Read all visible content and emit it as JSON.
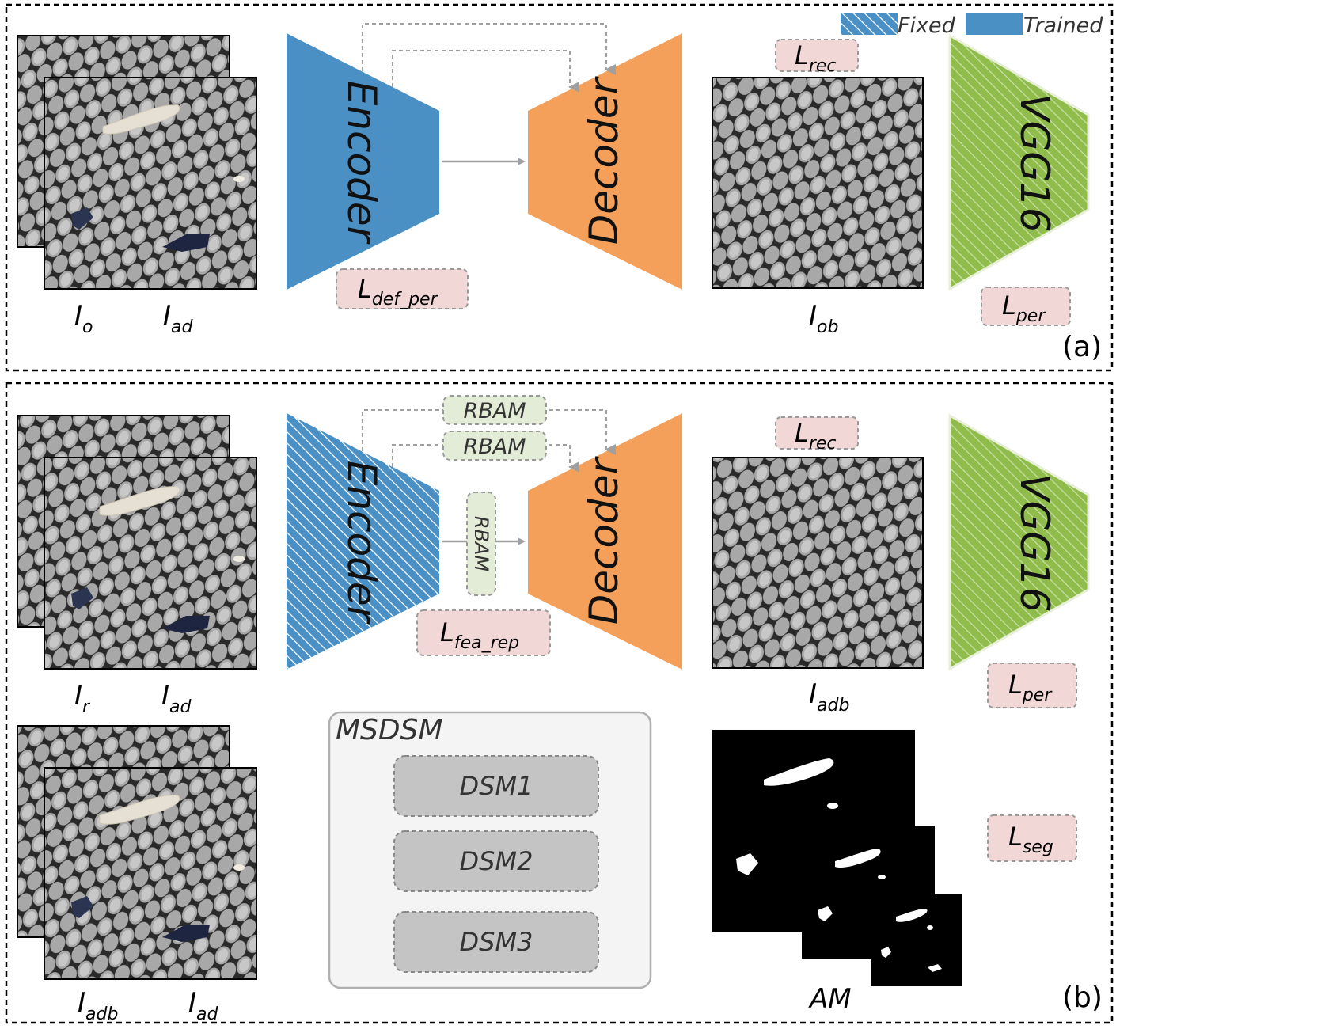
{
  "legend": {
    "fixed": "Fixed",
    "trained": "Trained",
    "colors": {
      "trained": "#4a90c4",
      "decoder": "#f4a05a",
      "vgg": "#8fbc4a",
      "loss_box": "#f2d7d7",
      "rbam_box": "#e3ecd6",
      "dsm_box": "#c4c4c4"
    }
  },
  "panel_a": {
    "tag": "(a)",
    "encoder": "Encoder",
    "decoder": "Decoder",
    "vgg": "VGG16",
    "loss_def_per": {
      "main": "L",
      "sub": "def_per"
    },
    "loss_rec": {
      "main": "L",
      "sub": "rec"
    },
    "loss_per": {
      "main": "L",
      "sub": "per"
    },
    "img_o": {
      "main": "I",
      "sub": "o"
    },
    "img_ad": {
      "main": "I",
      "sub": "ad"
    },
    "img_ob": {
      "main": "I",
      "sub": "ob"
    }
  },
  "panel_b": {
    "tag": "(b)",
    "encoder": "Encoder",
    "decoder": "Decoder",
    "vgg": "VGG16",
    "rbam_top": "RBAM",
    "rbam_mid": "RBAM",
    "rbam_side": "RBAM",
    "loss_fea_rep": {
      "main": "L",
      "sub": "fea_rep"
    },
    "loss_rec": {
      "main": "L",
      "sub": "rec"
    },
    "loss_per": {
      "main": "L",
      "sub": "per"
    },
    "loss_seg": {
      "main": "L",
      "sub": "seg"
    },
    "img_r": {
      "main": "I",
      "sub": "r"
    },
    "img_ad": {
      "main": "I",
      "sub": "ad"
    },
    "img_adb": {
      "main": "I",
      "sub": "adb"
    },
    "img_adb2": {
      "main": "I",
      "sub": "adb"
    },
    "img_ad2": {
      "main": "I",
      "sub": "ad"
    },
    "msdsm": {
      "title": "MSDSM",
      "modules": [
        "DSM1",
        "DSM2",
        "DSM3"
      ]
    },
    "am": "AM"
  }
}
